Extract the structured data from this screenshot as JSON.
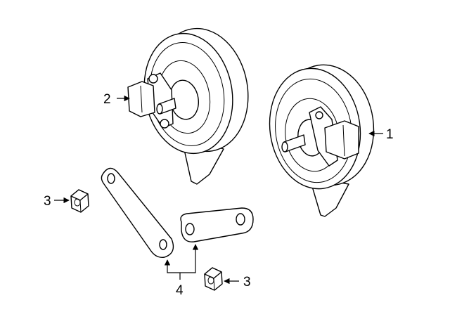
{
  "diagram": {
    "callouts": [
      {
        "id": "callout-1",
        "label": "1"
      },
      {
        "id": "callout-2",
        "label": "2"
      },
      {
        "id": "callout-3a",
        "label": "3"
      },
      {
        "id": "callout-3b",
        "label": "3"
      },
      {
        "id": "callout-4",
        "label": "4"
      }
    ]
  }
}
